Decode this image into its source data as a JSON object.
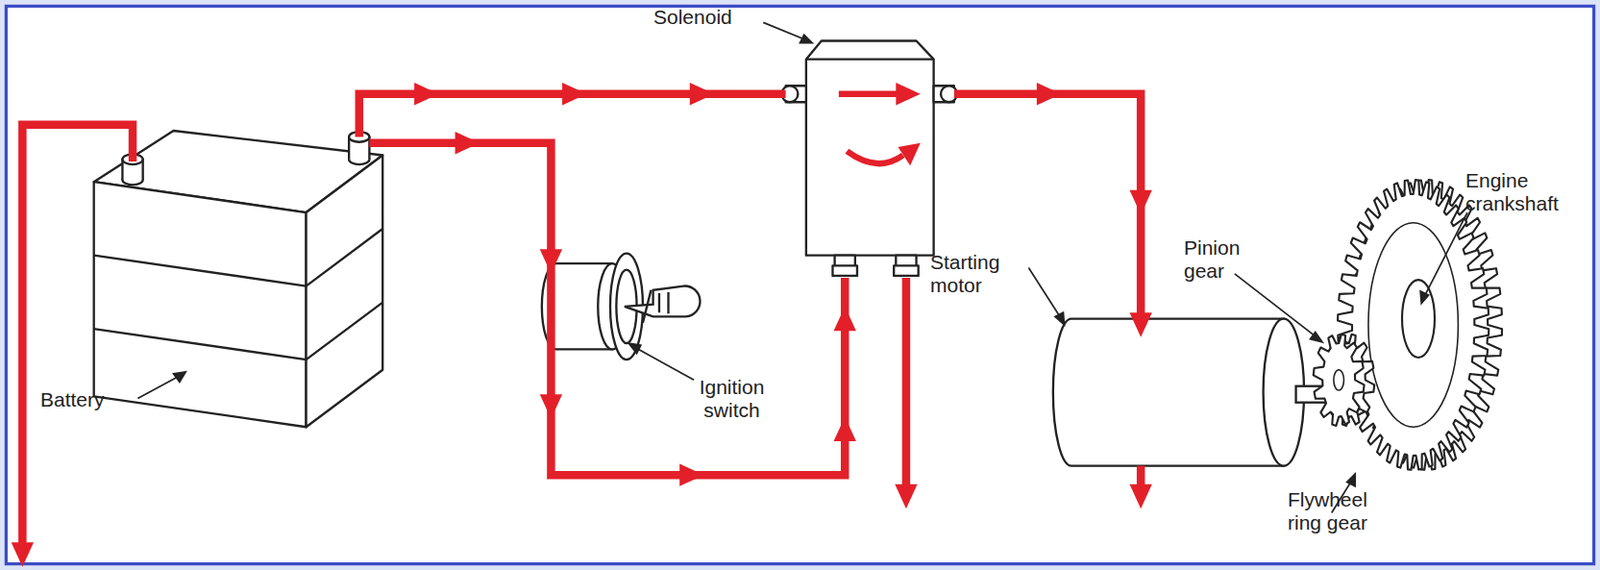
{
  "diagram": {
    "labels": [
      "Solenoid",
      "Battery",
      "Ignition switch",
      "Starting motor",
      "Pinion gear",
      "Engine crankshaft",
      "Flywheel ring gear"
    ]
  }
}
